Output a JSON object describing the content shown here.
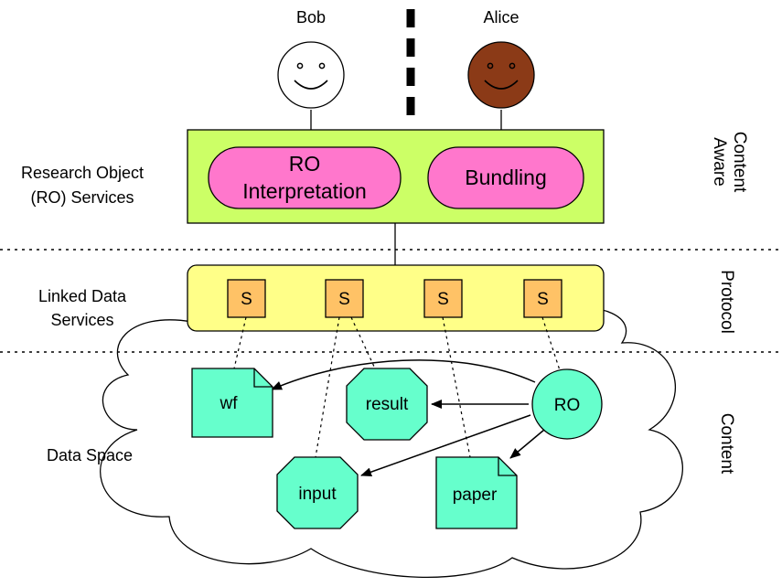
{
  "people": {
    "bob": {
      "name": "Bob",
      "face_color": "#ffffff"
    },
    "alice": {
      "name": "Alice",
      "face_color": "#8b3a17"
    }
  },
  "layers": {
    "ro_services": {
      "label_line1": "Research Object",
      "label_line2": "(RO) Services",
      "fill": "#ccff66"
    },
    "linked_data": {
      "label_line1": "Linked Data",
      "label_line2": "Services",
      "fill": "#ffff88"
    },
    "data_space": {
      "label": "Data Space"
    }
  },
  "services": {
    "interpretation": {
      "line1": "RO",
      "line2": "Interpretation"
    },
    "bundling": {
      "label": "Bundling"
    },
    "pill_fill": "#ff77cc"
  },
  "s_boxes": {
    "labels": [
      "S",
      "S",
      "S",
      "S"
    ],
    "fill": "#ffc266"
  },
  "nodes": {
    "wf": "wf",
    "result": "result",
    "ro": "RO",
    "input": "input",
    "paper": "paper",
    "fill": "#66ffcc"
  },
  "side_labels": {
    "content_aware_line1": "Content",
    "content_aware_line2": "Aware",
    "protocol": "Protocol",
    "content": "Content"
  }
}
